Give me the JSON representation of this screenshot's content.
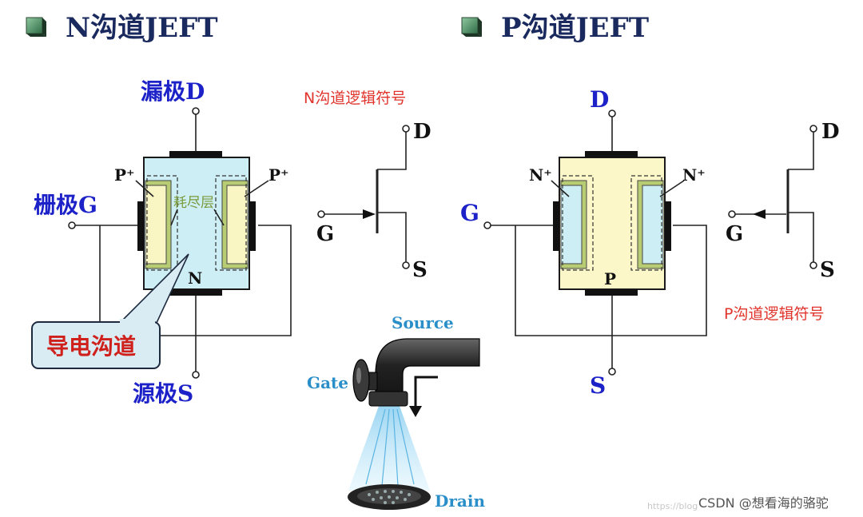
{
  "titles": {
    "left": "N沟道JEFT",
    "right": "P沟道JEFT"
  },
  "n_jfet": {
    "drain_label": "漏极D",
    "gate_label": "栅极G",
    "source_label": "源极S",
    "p_left": "P⁺",
    "p_right": "P⁺",
    "depletion": "耗尽层",
    "substrate": "N",
    "callout": "导电沟道"
  },
  "n_symbol": {
    "caption": "N沟道逻辑符号",
    "d": "D",
    "g": "G",
    "s": "S"
  },
  "p_jfet": {
    "drain_label": "D",
    "gate_label": "G",
    "source_label": "S",
    "n_left": "N⁺",
    "n_right": "N⁺",
    "substrate": "P"
  },
  "p_symbol": {
    "caption": "P沟道逻辑符号",
    "d": "D",
    "g": "G",
    "s": "S"
  },
  "faucet": {
    "source": "Source",
    "gate": "Gate",
    "drain": "Drain"
  },
  "watermark": {
    "main": "CSDN @想看海的骆驼",
    "faint": "https://blog"
  },
  "colors": {
    "n_body": "#cdeef5",
    "p_body": "#fbf7c8",
    "label_blue": "#1c22c8",
    "note_red": "#e0342c"
  }
}
